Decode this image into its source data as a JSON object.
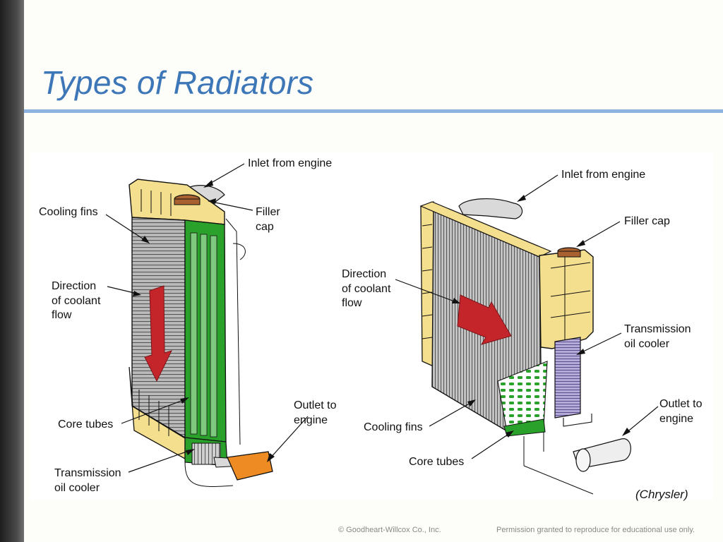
{
  "slide": {
    "title": "Types of Radiators",
    "credit": "(Chrysler)"
  },
  "left_radiator": {
    "inlet": "Inlet from engine",
    "filler_cap": [
      "Filler",
      "cap"
    ],
    "cooling_fins": "Cooling fins",
    "direction": [
      "Direction",
      "of coolant",
      "flow"
    ],
    "core_tubes": "Core tubes",
    "outlet": [
      "Outlet to",
      "engine"
    ],
    "transmission": [
      "Transmission",
      "oil cooler"
    ]
  },
  "right_radiator": {
    "inlet": "Inlet from engine",
    "filler_cap": "Filler cap",
    "direction": [
      "Direction",
      "of coolant",
      "flow"
    ],
    "transmission": [
      "Transmission",
      "oil cooler"
    ],
    "outlet": [
      "Outlet to",
      "engine"
    ],
    "cooling_fins": "Cooling fins",
    "core_tubes": "Core tubes"
  },
  "footer": {
    "copyright": "© Goodheart-Willcox Co., Inc.",
    "permission": "Permission granted to reproduce for educational use only."
  },
  "colors": {
    "title": "#3d77b8",
    "rule": "#8db3e0",
    "tank": "#f4df8e",
    "tube": "#2aa12a",
    "arrow": "#c4252b",
    "cap": "#a8612f",
    "outlet_hose": "#ee8b22",
    "oil_cooler": "#9a8ec4",
    "fins": "#9a9a9a"
  }
}
